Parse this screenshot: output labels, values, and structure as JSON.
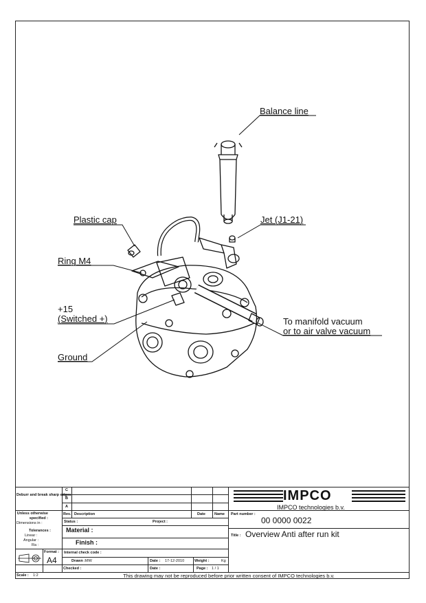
{
  "callouts": {
    "balance_line": "Balance line",
    "jet": "Jet (J1-21)",
    "plastic_cap": "Plastic cap",
    "ring": "Ring M4",
    "plus15_line1": "+15",
    "plus15_line2": "(Switched +)",
    "manifold_line1": "To manifold vacuum",
    "manifold_line2": "or to air valve vacuum",
    "ground": "Ground"
  },
  "title_block": {
    "deburr": "Deburr and break sharp edges",
    "rev_rows": [
      "C",
      "B",
      "A"
    ],
    "unless": "Unless otherwise specified :",
    "dimensions_in": "Dimensions in :",
    "tolerances": "Tolerances :",
    "linear": "Linear :",
    "angular": "Angular :",
    "ra": "Ra :",
    "rev_header": "Rev.",
    "description_header": "Description",
    "date_header": "Date",
    "name_header": "Name",
    "status_label": "Status :",
    "project_label": "Project :",
    "material_label": "Material :",
    "finish_label": "Finish :",
    "format_label": "Format :",
    "format_value": "A4",
    "internal_check": "Internal check code :",
    "drawn_label": "Drawn :",
    "drawn_value": "MW",
    "date_label": "Date :",
    "date_value": "17-12-2010",
    "weight_label": "Weight :",
    "weight_unit": "Kg",
    "checked_label": "Checked :",
    "checked_date_label": "Date :",
    "page_label": "Page :",
    "page_value": "1 / 1",
    "scale_label": "Scale :",
    "scale_value": "1:2",
    "notice": "This drawing may not be reproduced before prior written consent of IMPCO technologies b.v.",
    "logo": "IMPCO",
    "company": "IMPCO technologies b.v.",
    "part_number_label": "Part number :",
    "part_number": "00 0000 0022",
    "title_label": "Title :",
    "title": "Overview Anti after run kit"
  }
}
